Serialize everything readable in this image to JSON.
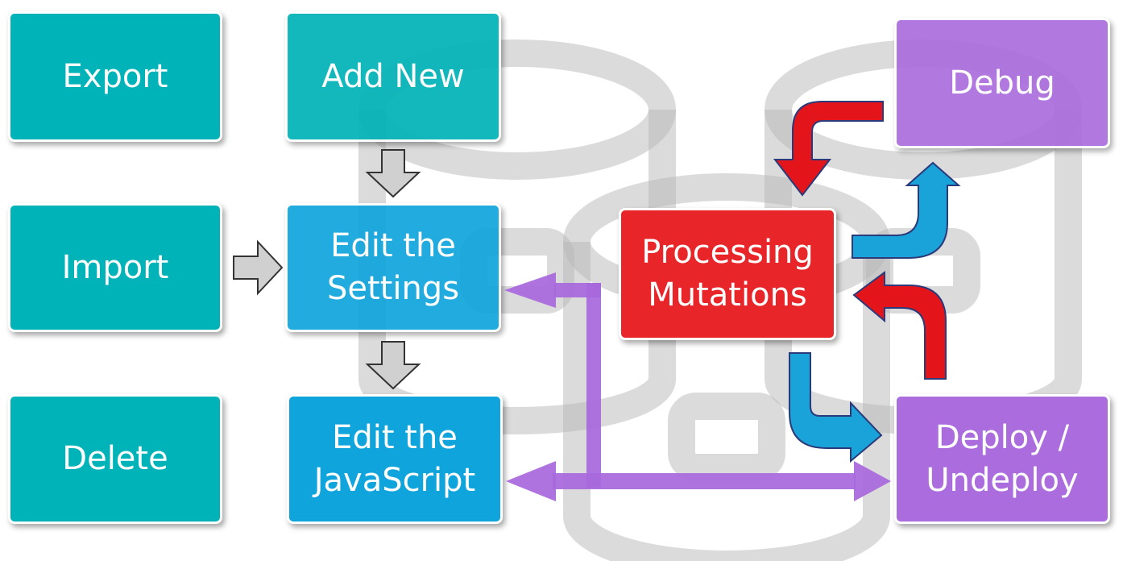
{
  "nodes": {
    "export": "Export",
    "import": "Import",
    "delete": "Delete",
    "add_new": "Add New",
    "edit_settings": "Edit the\nSettings",
    "edit_javascript": "Edit the\nJavaScript",
    "processing_mutations": "Processing\nMutations",
    "debug": "Debug",
    "deploy_undeploy": "Deploy /\nUndeploy"
  },
  "colors": {
    "teal": "#00b3b8",
    "blue": "#10a4dc",
    "red": "#e8262a",
    "purple": "#ab6ddd",
    "arrow_blue": "#1aa3d9",
    "arrow_red": "#e3151b",
    "arrow_purple": "#a868dc",
    "arrow_gray": "#d0d0d0",
    "watermark_gray": "#b8b8b8"
  },
  "icons": {
    "watermark": "database-cylinders-icon"
  }
}
